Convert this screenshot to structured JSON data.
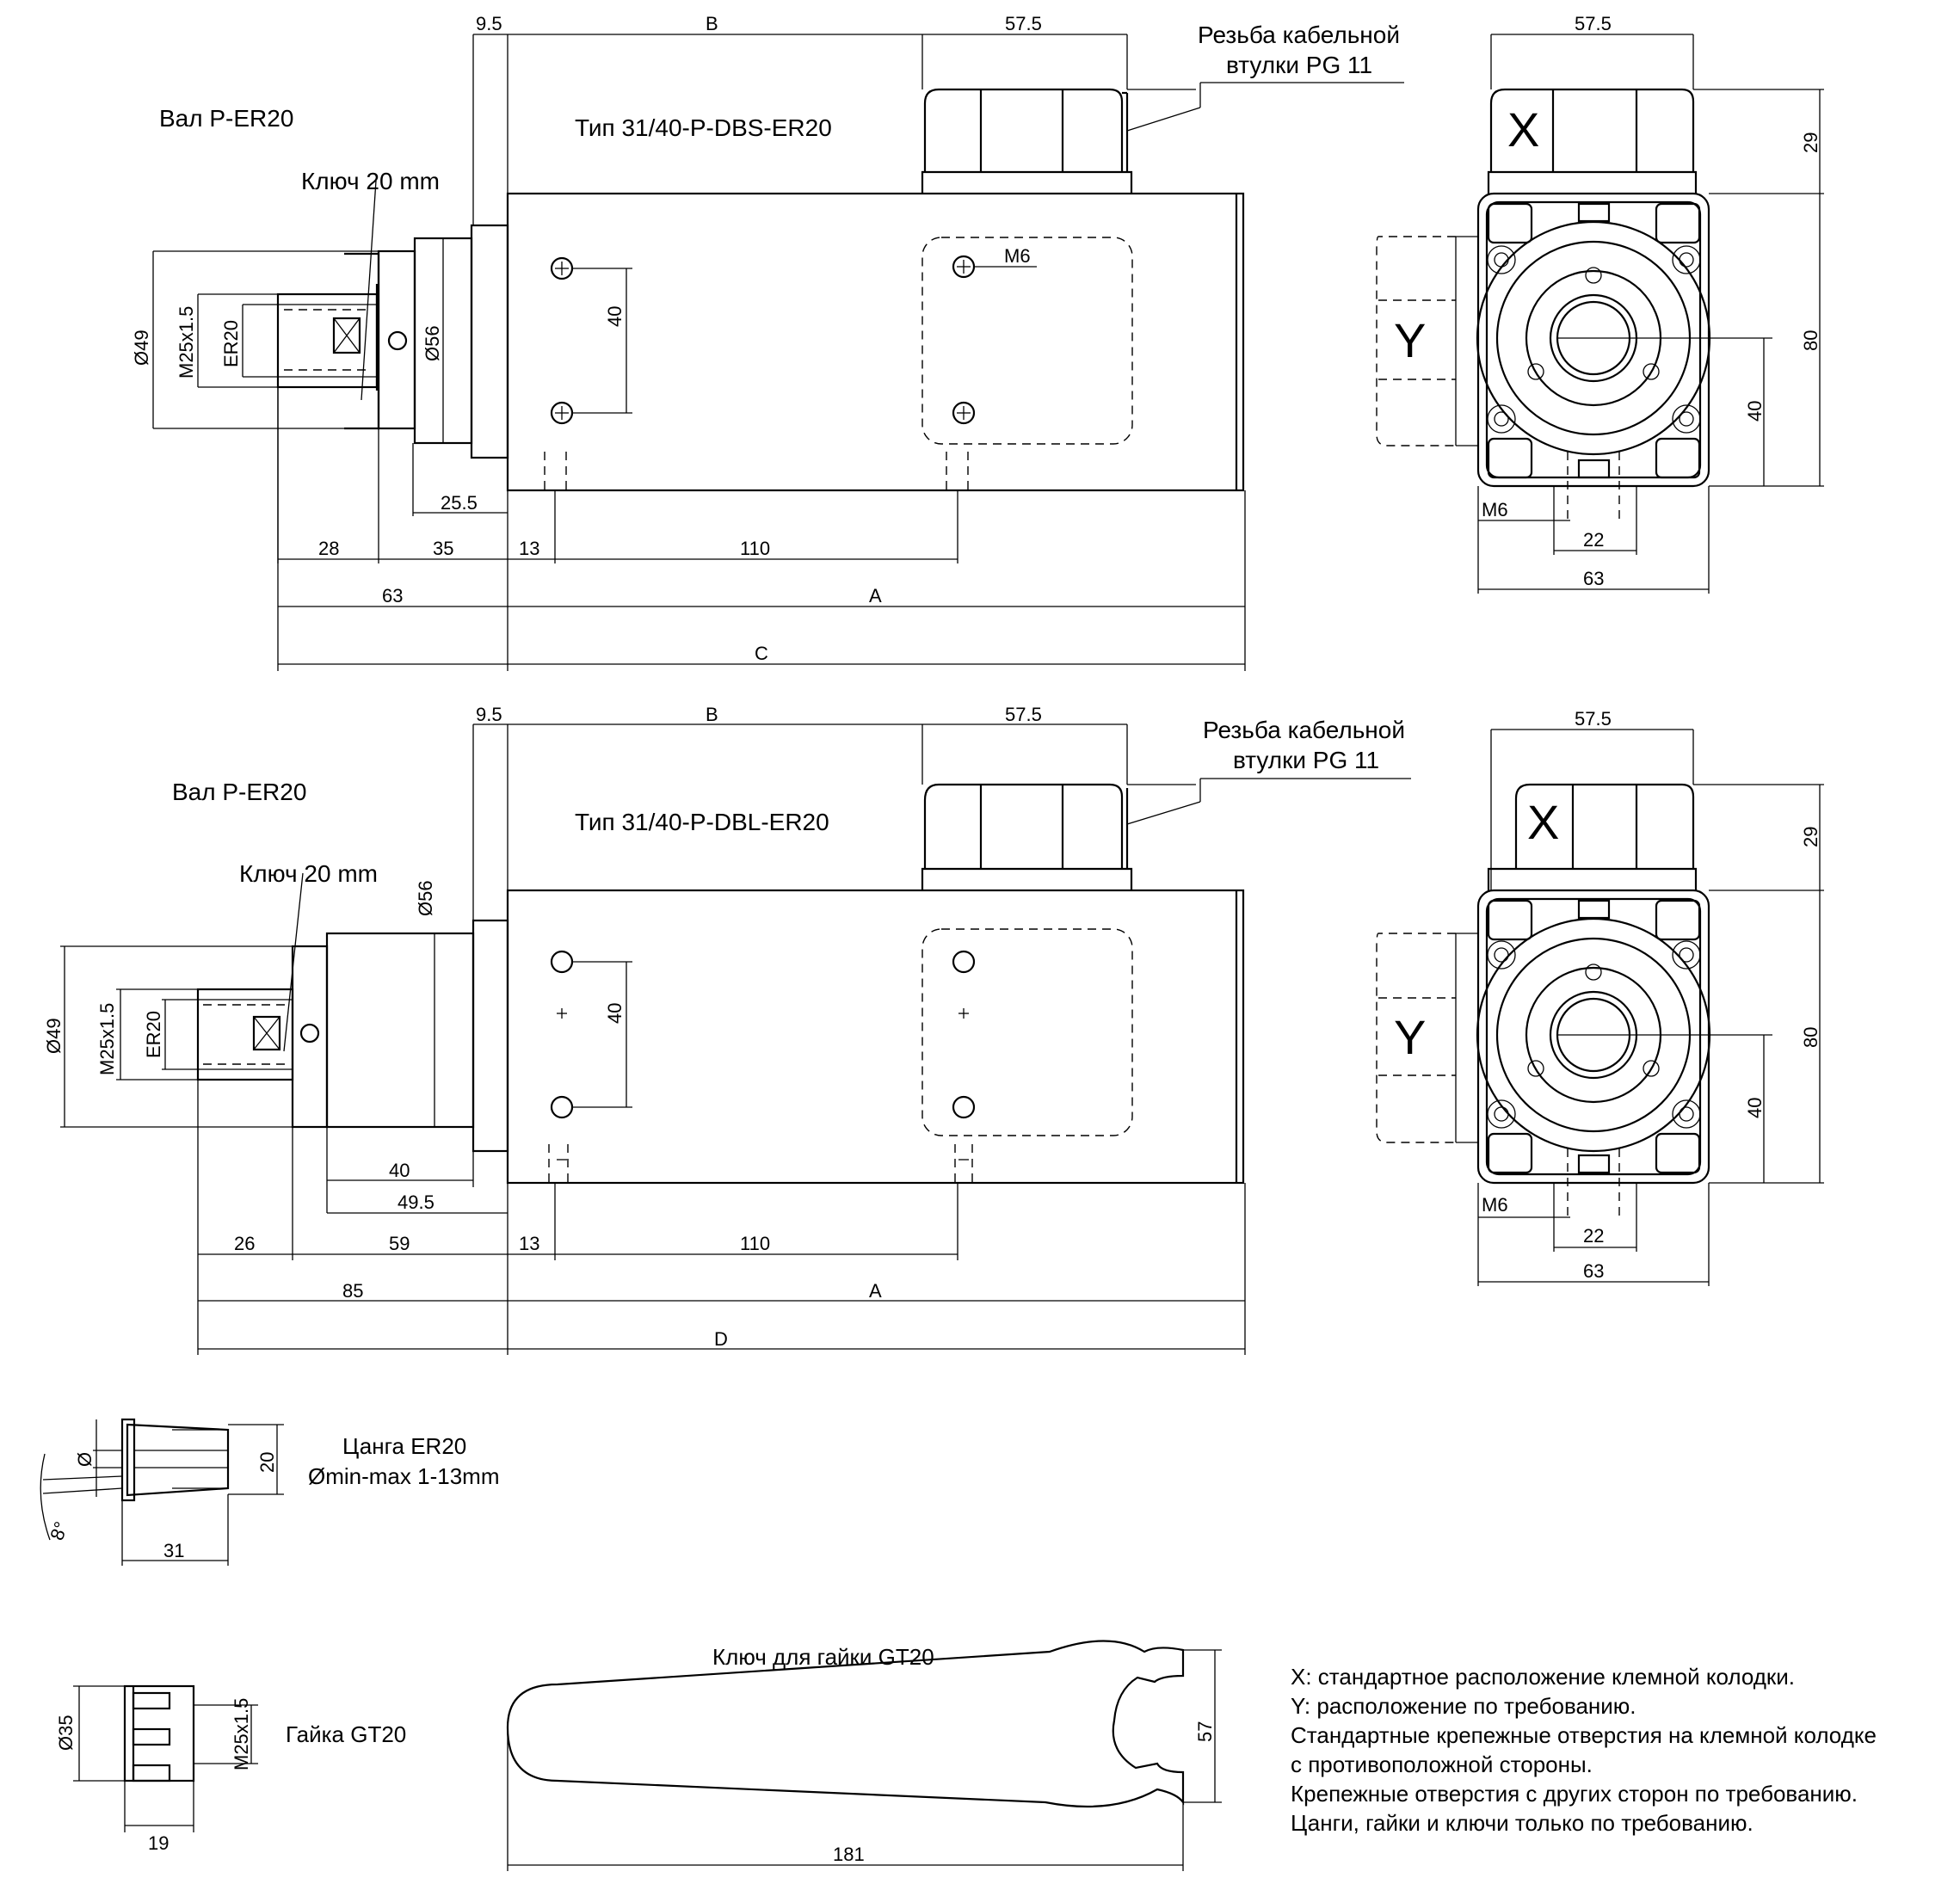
{
  "top_view": {
    "title": "Тип  31/40-P-DBS-ER20",
    "shaft": "Вал P-ER20",
    "key": "Ключ 20 mm",
    "cable_label_1": "Резьба кабельной",
    "cable_label_2": "втулки PG 11",
    "dims": {
      "d49": "Ø49",
      "m25": "M25x1.5",
      "er20": "ER20",
      "d56": "Ø56",
      "d95": "9.5",
      "b": "B",
      "d575": "57.5",
      "d40": "40",
      "m6": "M6",
      "d255": "25.5",
      "d28": "28",
      "d35": "35",
      "d13": "13",
      "d110": "110",
      "d63": "63",
      "a": "A",
      "c": "C"
    }
  },
  "top_end": {
    "x": "X",
    "y": "Y",
    "dims": {
      "d575": "57.5",
      "d29": "29",
      "d80": "80",
      "d40": "40",
      "m6": "M6",
      "d22": "22",
      "d63": "63"
    }
  },
  "bottom_view": {
    "title": "Тип  31/40-P-DBL-ER20",
    "shaft": "Вал P-ER20",
    "key": "Ключ 20 mm",
    "cable_label_1": "Резьба кабельной",
    "cable_label_2": "втулки PG 11",
    "dims": {
      "d49": "Ø49",
      "m25": "M25x1.5",
      "er20": "ER20",
      "d56": "Ø56",
      "d95": "9.5",
      "b": "B",
      "d575": "57.5",
      "d40v": "40",
      "d40": "40",
      "d495": "49.5",
      "d26": "26",
      "d59": "59",
      "d13": "13",
      "d110": "110",
      "d85": "85",
      "a": "A",
      "d": "D"
    }
  },
  "bottom_end": {
    "x": "X",
    "y": "Y",
    "dims": {
      "d575": "57.5",
      "d29": "29",
      "d80": "80",
      "d40": "40",
      "m6": "M6",
      "d22": "22",
      "d63": "63"
    }
  },
  "collet": {
    "name": "Цанга ER20",
    "range": "Ømin-max 1-13mm",
    "dia": "Ø",
    "d20": "20",
    "d31": "31",
    "angle": "8°"
  },
  "nut": {
    "name": "Гайка GT20",
    "d35": "Ø35",
    "m25": "M25x1.5",
    "d19": "19"
  },
  "wrench": {
    "name": "Ключ для гайки GT20",
    "d57": "57",
    "d181": "181"
  },
  "notes": [
    "X: стандартное расположение клемной колодки.",
    "Y: расположение по требованию.",
    "Стандартные крепежные отверстия на клемной колодке",
    "с противоположной стороны.",
    "Крепежные отверстия с других сторон по требованию.",
    "Цанги, гайки и ключи только по требованию."
  ]
}
